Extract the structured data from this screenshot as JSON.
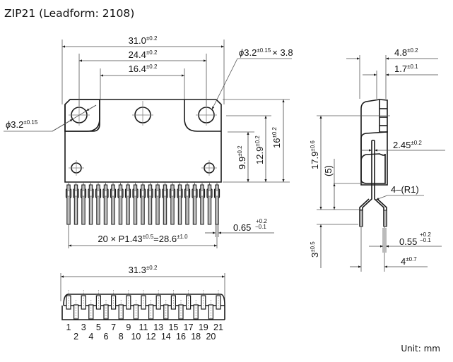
{
  "title": "ZIP21 (Leadform: 2108)",
  "unit_label": "Unit: mm",
  "front_view": {
    "dim_overall_width": {
      "value": "31.0",
      "tol": "±0.2"
    },
    "dim_hole_span": {
      "value": "24.4",
      "tol": "±0.2"
    },
    "dim_tab_span": {
      "value": "16.4",
      "tol": "±0.2"
    },
    "dim_slot_hole": {
      "prefix": "ϕ",
      "value": "3.2",
      "tol": "±0.15",
      "suffix": "× 3.8"
    },
    "dim_round_hole": {
      "prefix": "ϕ",
      "value": "3.2",
      "tol": "±0.15"
    },
    "dim_height_lower_holes": {
      "value": "9.9",
      "tol": "±0.2"
    },
    "dim_height_tab": {
      "value": "12.9",
      "tol": "±0.2"
    },
    "dim_height_total": {
      "value": "16",
      "tol": "±0.2"
    },
    "dim_pitch": {
      "prefix": "20 × P1.43",
      "tol1": "±0.5",
      "mid": "=28.6",
      "tol2": "±1.0"
    },
    "dim_lead_width": {
      "value": "0.65",
      "tol_plus": "+0.2",
      "tol_minus": "−0.1"
    },
    "lead_count": 21
  },
  "side_view": {
    "dim_thickness": {
      "value": "4.8",
      "tol": "±0.2"
    },
    "dim_heatsink": {
      "value": "1.7",
      "tol": "±0.1"
    },
    "dim_lead_offset": {
      "value": "2.45",
      "tol": "±0.2"
    },
    "dim_seated_height": {
      "value": "17.9",
      "tol": "±0.6"
    },
    "dim_bend_ref": {
      "value": "(5)"
    },
    "bend_radius": {
      "value": "4–(R1)"
    },
    "dim_lead_length": {
      "value": "3",
      "tol": "±0.5"
    },
    "dim_lead_thickness": {
      "value": "0.55",
      "tol_plus": "+0.2",
      "tol_minus": "−0.1"
    },
    "dim_row_spacing": {
      "value": "4",
      "tol": "±0.7"
    }
  },
  "bottom_view": {
    "dim_overall_width": {
      "value": "31.3",
      "tol": "±0.2"
    },
    "pins_odd": [
      "1",
      "3",
      "5",
      "7",
      "9",
      "11",
      "13",
      "15",
      "17",
      "19",
      "21"
    ],
    "pins_even": [
      "2",
      "4",
      "6",
      "8",
      "10",
      "12",
      "14",
      "16",
      "18",
      "20"
    ]
  }
}
